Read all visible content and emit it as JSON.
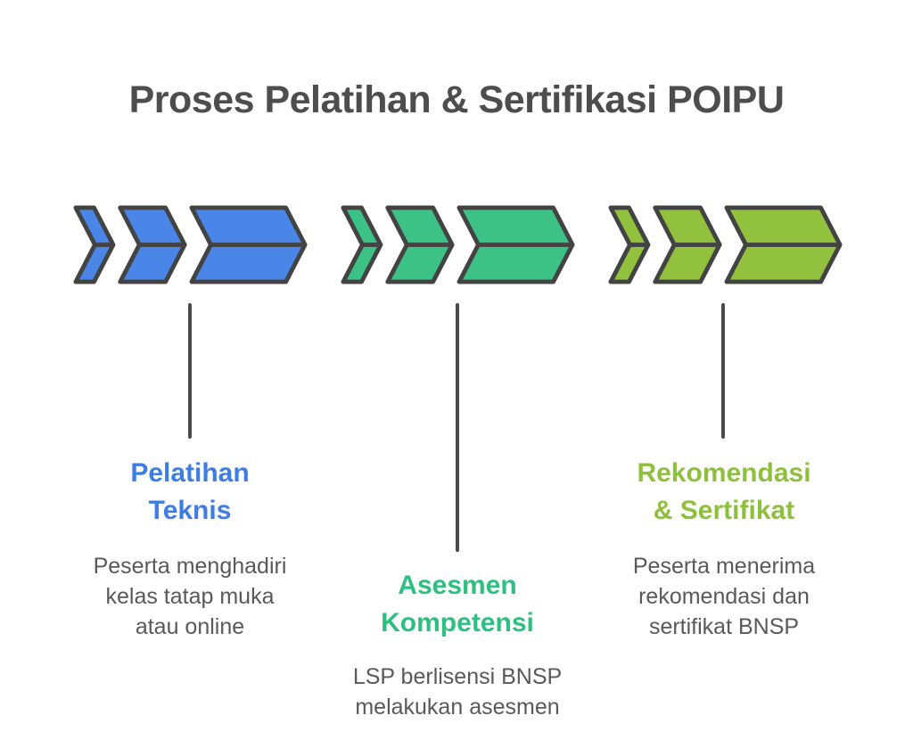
{
  "title": "Proses Pelatihan & Sertifikasi POIPU",
  "colors": {
    "title": "#4d4d4d",
    "outline": "#434343",
    "connector": "#4a4a4a",
    "body_text": "#595959"
  },
  "stages": [
    {
      "id": "pelatihan-teknis",
      "chevron_fill": "#4a86e8",
      "heading_color": "#3e7de4",
      "heading": "Pelatihan\nTeknis",
      "description": "Peserta menghadiri\nkelas tatap muka\natau online"
    },
    {
      "id": "asesmen-kompetensi",
      "chevron_fill": "#3cc287",
      "heading_color": "#2fbf80",
      "heading": "Asesmen\nKompetensi",
      "description": "LSP berlisensi BNSP\nmelakukan asesmen"
    },
    {
      "id": "rekomendasi-sertifikat",
      "chevron_fill": "#92c13d",
      "heading_color": "#8ec03e",
      "heading": "Rekomendasi\n& Sertifikat",
      "description": "Peserta menerima\nrekomendasi dan\nsertifikat BNSP"
    }
  ]
}
